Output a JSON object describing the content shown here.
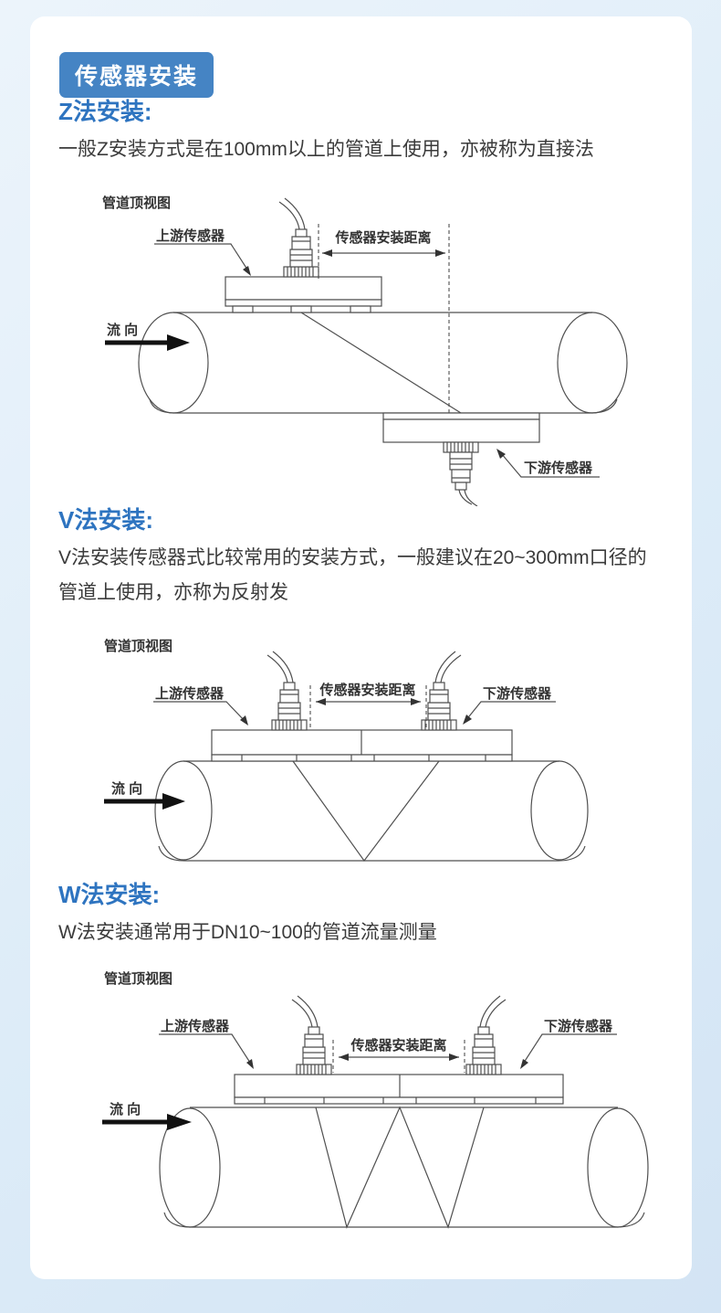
{
  "page": {
    "badge": "传感器安装"
  },
  "colors": {
    "badge_bg": "#4584c4",
    "heading_blue": "#2e74c0",
    "page_bg": "#ddecf8",
    "card_bg": "#ffffff",
    "line_color": "#4f4f4f"
  },
  "sections": [
    {
      "id": "z",
      "heading": "Z法安装:",
      "description": "一般Z安装方式是在100mm以上的管道上使用，亦被称为直接法",
      "diagram": {
        "top_view_label": "管道顶视图",
        "upstream_label": "上游传感器",
        "downstream_label": "下游传感器",
        "distance_label": "传感器安装距离",
        "flow_label": "流 向"
      }
    },
    {
      "id": "v",
      "heading": "V法安装:",
      "description": "V法安装传感器式比较常用的安装方式，一般建议在20~300mm口径的管道上使用，亦称为反射发",
      "diagram": {
        "top_view_label": "管道顶视图",
        "upstream_label": "上游传感器",
        "downstream_label": "下游传感器",
        "distance_label": "传感器安装距离",
        "flow_label": "流 向"
      }
    },
    {
      "id": "w",
      "heading": "W法安装:",
      "description": "W法安装通常用于DN10~100的管道流量测量",
      "diagram": {
        "top_view_label": "管道顶视图",
        "upstream_label": "上游传感器",
        "downstream_label": "下游传感器",
        "distance_label": "传感器安装距离",
        "flow_label": "流 向"
      }
    }
  ]
}
